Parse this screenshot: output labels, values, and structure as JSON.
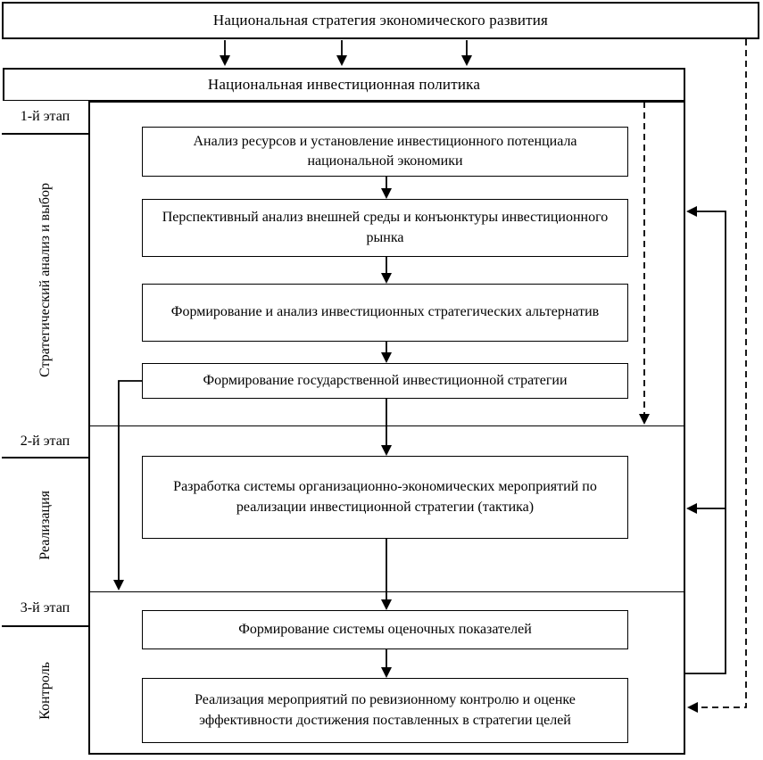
{
  "header": {
    "strategy": "Национальная стратегия экономического развития",
    "policy": "Национальная инвестиционная политика"
  },
  "stages": [
    {
      "label": "1-й этап",
      "name": "Стратегический анализ и  выбор"
    },
    {
      "label": "2-й этап",
      "name": "Реализация"
    },
    {
      "label": "3-й этап",
      "name": "Контроль"
    }
  ],
  "process_boxes": [
    {
      "text": "Анализ ресурсов и установление инвестиционного потенциала национальной экономики"
    },
    {
      "text": "Перспективный анализ внешней среды и конъюнктуры инвестиционного рынка"
    },
    {
      "text": "Формирование  и анализ инвестиционных стратегических альтернатив"
    },
    {
      "text": "Формирование  государственной инвестиционной  стратегии"
    },
    {
      "text": "Разработка системы организационно-экономических мероприятий по реализации инвестиционной стратегии (тактика)"
    },
    {
      "text": "Формирование системы оценочных показателей"
    },
    {
      "text": "Реализация мероприятий по ревизионному контролю и оценке эффективности достижения поставленных  в стратегии целей"
    }
  ],
  "colors": {
    "line": "#000000",
    "background": "#ffffff"
  }
}
